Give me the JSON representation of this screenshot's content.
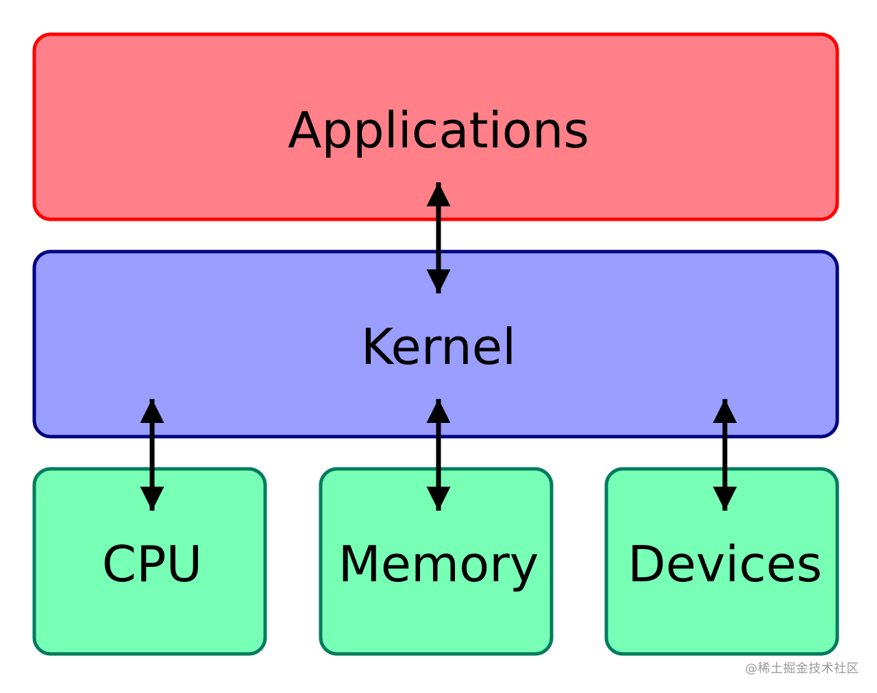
{
  "layers": {
    "applications": {
      "label": "Applications",
      "fill": "#ff8088",
      "stroke": "#ff0000"
    },
    "kernel": {
      "label": "Kernel",
      "fill": "#999eff",
      "stroke": "#000080"
    }
  },
  "resources": {
    "cpu": {
      "label": "CPU"
    },
    "memory": {
      "label": "Memory"
    },
    "devices": {
      "label": "Devices"
    },
    "fill": "#78ffb6",
    "stroke": "#007c5f"
  },
  "watermark": "@稀土掘金技术社区"
}
